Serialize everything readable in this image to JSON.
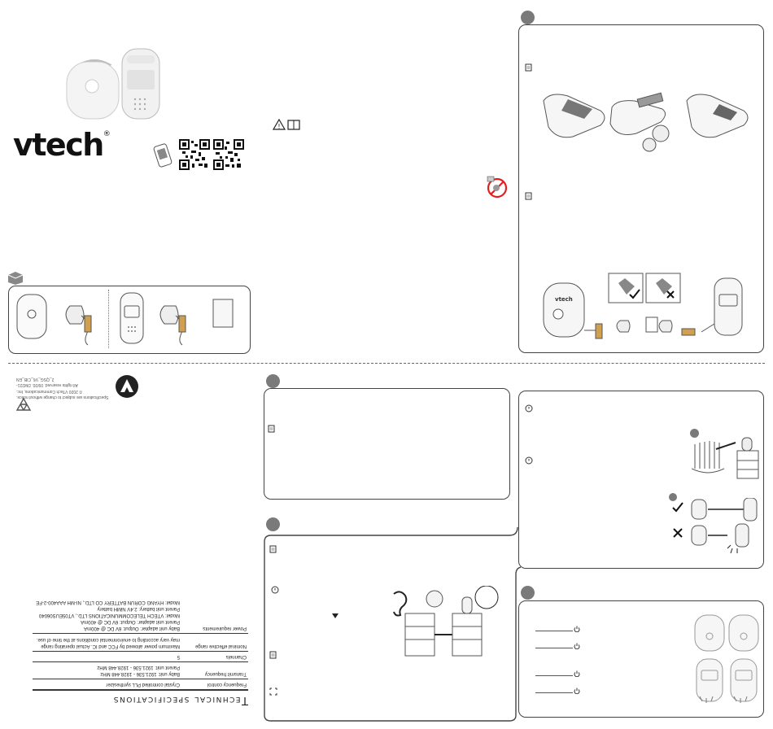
{
  "brand": {
    "name": "vtech",
    "trademark": "®"
  },
  "icons": {
    "warning": "warning-triangle-icon",
    "manual": "manual-book-icon",
    "note": "note-page-icon",
    "info": "info-circle-icon",
    "power": "power-icon",
    "check": "check-mark-icon",
    "cross": "cross-mark-icon",
    "recycle": "recycle-icon",
    "mobius": "rechargeable-battery-recycling-icon",
    "ear": "ear-icon",
    "qr": "qr-code-icon",
    "no_swallow": "do-not-swallow-icon"
  },
  "specs": {
    "title": "Technical specifications",
    "rows": [
      {
        "key": "Frequency control",
        "value": "Crystal controlled PLL synthesizer"
      },
      {
        "key": "Transmit frequency",
        "value": "Baby unit: 1921.536 - 1928.448 MHz\nParent unit: 1921.536 - 1928.448 MHz"
      },
      {
        "key": "Channels",
        "value": "5"
      },
      {
        "key": "Nominal effective range",
        "value": "Maximum power allowed by FCC and IC. Actual operating range may vary according to environmental conditions at the time of use."
      },
      {
        "key": "Power requirements",
        "value": "Baby unit adapter: Output: 6V DC @ 400mA\nParent unit adapter: Output: 6V DC @ 400mA\nModel: VTECH TELECOMMUNICATIONS LTD., VT05EUS06040\nParent unit battery: 2.4V NiMH battery\nModel: HYANG CORUN BATTERY CO LTD., NI-MH AAA400-2-FE"
      }
    ]
  },
  "legal": {
    "line1": "Specifications are subject to change without notice.",
    "line2": "© 2020 VTech Communications, Inc.",
    "line3": "All rights reserved. 09/20. DM221-2_QSG_V6_CIB_EN"
  },
  "colors": {
    "accent": "#e02020",
    "outline": "#444444",
    "badge": "#7a7a7a"
  }
}
